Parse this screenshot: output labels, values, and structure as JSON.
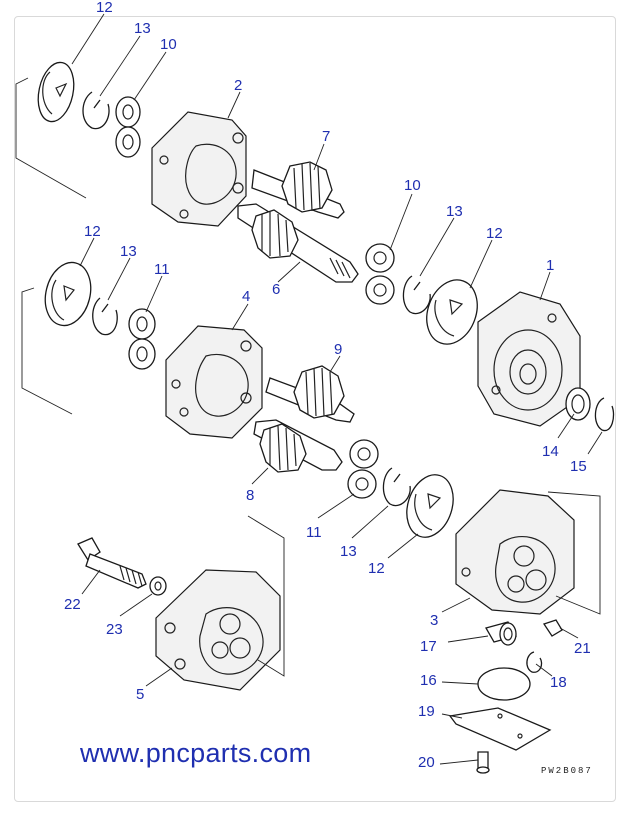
{
  "callouts": [
    {
      "id": "c12a",
      "text": "12"
    },
    {
      "id": "c13a",
      "text": "13"
    },
    {
      "id": "c10a",
      "text": "10"
    },
    {
      "id": "c2",
      "text": "2"
    },
    {
      "id": "c7",
      "text": "7"
    },
    {
      "id": "c10b",
      "text": "10"
    },
    {
      "id": "c13b",
      "text": "13"
    },
    {
      "id": "c12b",
      "text": "12"
    },
    {
      "id": "c1",
      "text": "1"
    },
    {
      "id": "c12c",
      "text": "12"
    },
    {
      "id": "c13c",
      "text": "13"
    },
    {
      "id": "c11a",
      "text": "11"
    },
    {
      "id": "c6",
      "text": "6"
    },
    {
      "id": "c4",
      "text": "4"
    },
    {
      "id": "c9",
      "text": "9"
    },
    {
      "id": "c14",
      "text": "14"
    },
    {
      "id": "c15",
      "text": "15"
    },
    {
      "id": "c8",
      "text": "8"
    },
    {
      "id": "c11b",
      "text": "11"
    },
    {
      "id": "c13d",
      "text": "13"
    },
    {
      "id": "c12d",
      "text": "12"
    },
    {
      "id": "c22",
      "text": "22"
    },
    {
      "id": "c23",
      "text": "23"
    },
    {
      "id": "c3",
      "text": "3"
    },
    {
      "id": "c17",
      "text": "17"
    },
    {
      "id": "c21",
      "text": "21"
    },
    {
      "id": "c18",
      "text": "18"
    },
    {
      "id": "c16",
      "text": "16"
    },
    {
      "id": "c5",
      "text": "5"
    },
    {
      "id": "c19",
      "text": "19"
    },
    {
      "id": "c20",
      "text": "20"
    }
  ],
  "watermark": "www.pncparts.com",
  "drawing_code": "PW2B087"
}
